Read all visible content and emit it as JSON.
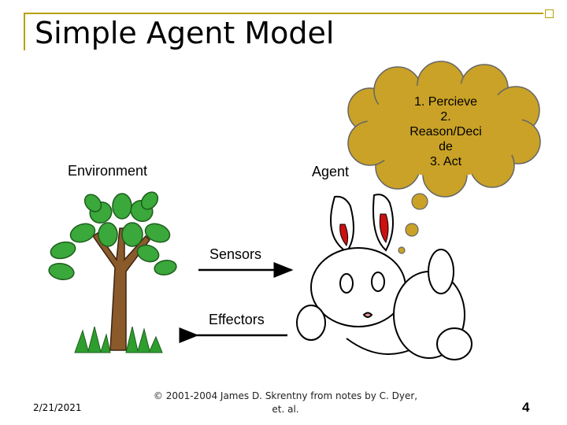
{
  "slide": {
    "title": "Simple Agent Model",
    "environment_label": "Environment",
    "agent_label": "Agent",
    "sensors_label": "Sensors",
    "effectors_label": "Effectors",
    "thought_bubble": {
      "lines": [
        "1. Percieve",
        "2.",
        "Reason/Deci",
        "de",
        "3. Act"
      ]
    }
  },
  "footer": {
    "date": "2/21/2021",
    "copyright": "© 2001-2004 James D. Skrentny from notes by C. Dyer, et. al.",
    "page_number": "4"
  },
  "colors": {
    "accent": "#b8a100",
    "cloud": "#c9a227",
    "leaf": "#3aa83a",
    "trunk": "#8b5a2b",
    "grass": "#2e9e2e"
  }
}
